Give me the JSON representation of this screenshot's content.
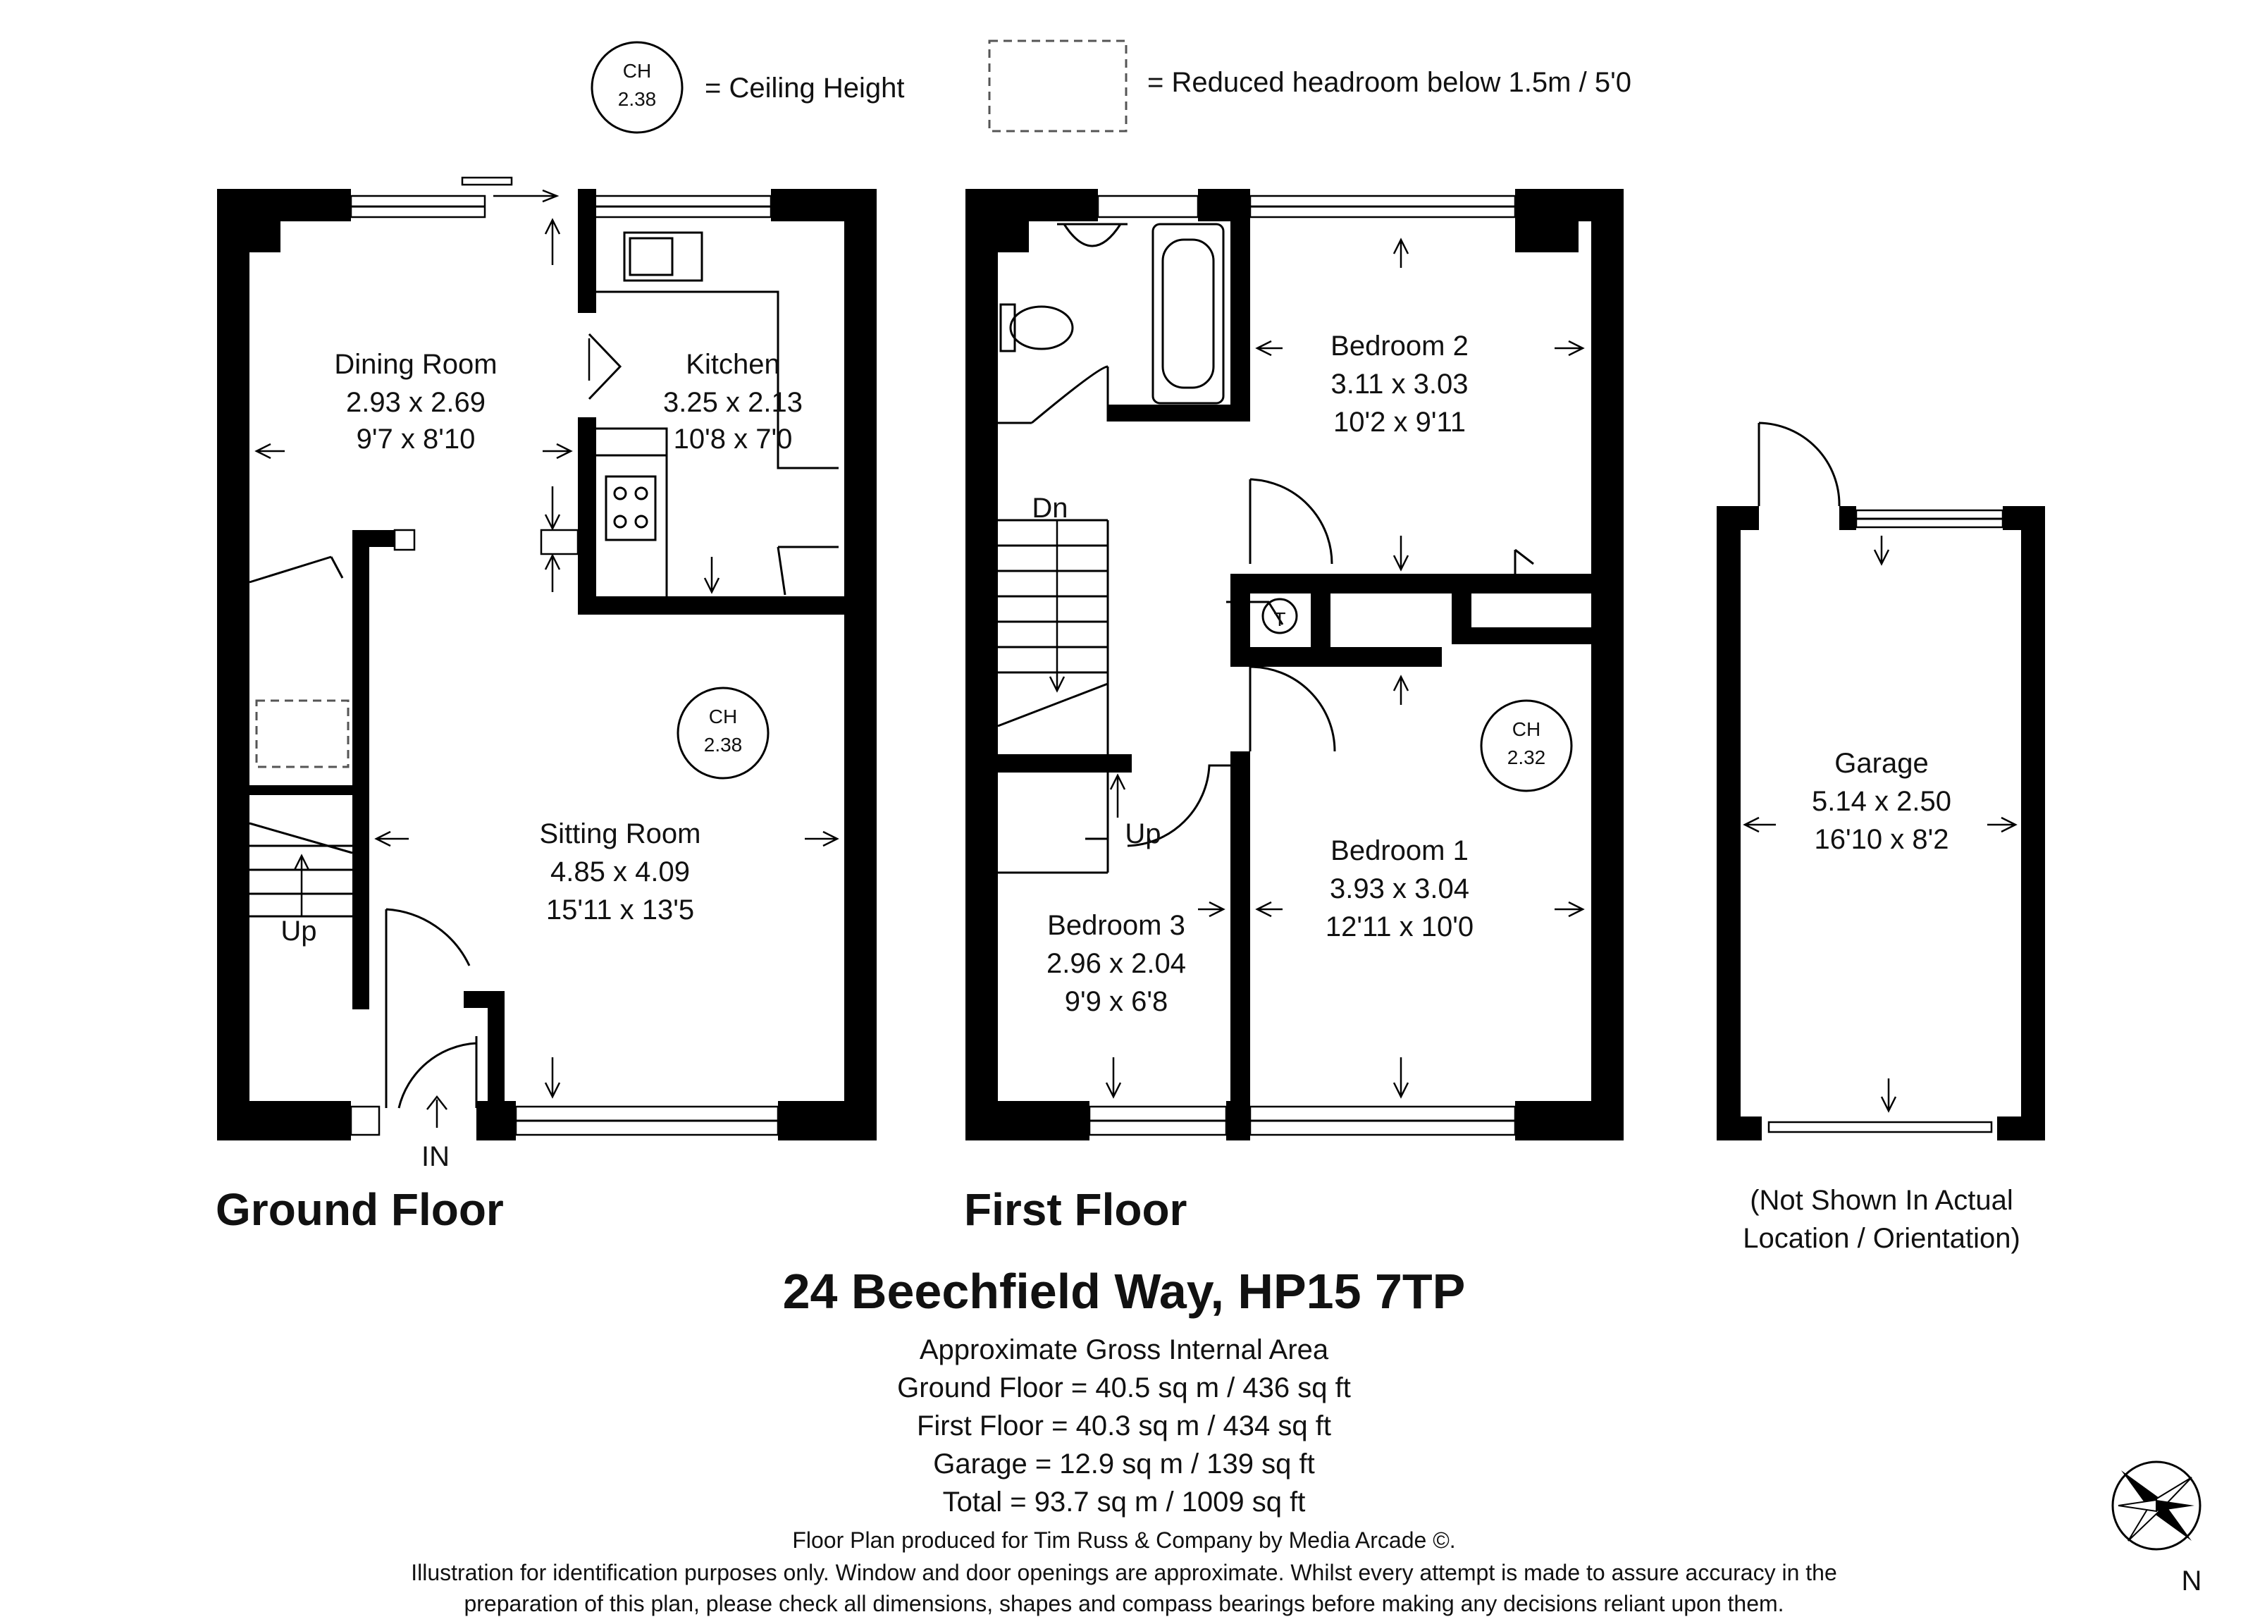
{
  "legend": {
    "ceiling_height_badge": {
      "label": "CH",
      "value": "2.38"
    },
    "ceiling_height_text": "= Ceiling Height",
    "reduced_headroom_text": "= Reduced headroom below 1.5m / 5'0"
  },
  "ground_floor": {
    "heading": "Ground Floor",
    "dining_room": {
      "name": "Dining Room",
      "metric": "2.93 x 2.69",
      "imperial": "9'7 x 8'10"
    },
    "kitchen": {
      "name": "Kitchen",
      "metric": "3.25 x 2.13",
      "imperial": "10'8 x 7'0"
    },
    "sitting_room": {
      "name": "Sitting Room",
      "metric": "4.85 x 4.09",
      "imperial": "15'11 x 13'5"
    },
    "ceiling_height": {
      "label": "CH",
      "value": "2.38"
    },
    "stairs_label": "Up",
    "entrance_label": "IN"
  },
  "first_floor": {
    "heading": "First Floor",
    "bedroom_1": {
      "name": "Bedroom 1",
      "metric": "3.93 x 3.04",
      "imperial": "12'11 x 10'0"
    },
    "bedroom_2": {
      "name": "Bedroom 2",
      "metric": "3.11 x 3.03",
      "imperial": "10'2 x 9'11"
    },
    "bedroom_3": {
      "name": "Bedroom 3",
      "metric": "2.96 x 2.04",
      "imperial": "9'9 x 6'8"
    },
    "ceiling_height": {
      "label": "CH",
      "value": "2.32"
    },
    "stairs_down_label": "Dn",
    "stairs_up_label": "Up",
    "tank_label": "T"
  },
  "garage": {
    "name": "Garage",
    "metric": "5.14 x 2.50",
    "imperial": "16'10 x 8'2",
    "note_line1": "(Not Shown In Actual",
    "note_line2": "Location / Orientation)"
  },
  "address": "24 Beechfield Way, HP15 7TP",
  "areas": {
    "title": "Approximate Gross Internal Area",
    "ground": "Ground Floor = 40.5 sq m / 436 sq ft",
    "first": "First Floor = 40.3 sq m / 434 sq ft",
    "garage": "Garage = 12.9 sq m / 139 sq ft",
    "total": "Total = 93.7 sq m / 1009 sq ft"
  },
  "credit": "Floor Plan produced for Tim Russ & Company by Media Arcade ©.",
  "disclaimer_line1": "Illustration for identification purposes only. Window and door openings are approximate. Whilst every attempt is made to assure accuracy in the",
  "disclaimer_line2": "preparation of this plan, please check all dimensions, shapes and compass bearings before making any decisions reliant upon them.",
  "compass_label": "N"
}
